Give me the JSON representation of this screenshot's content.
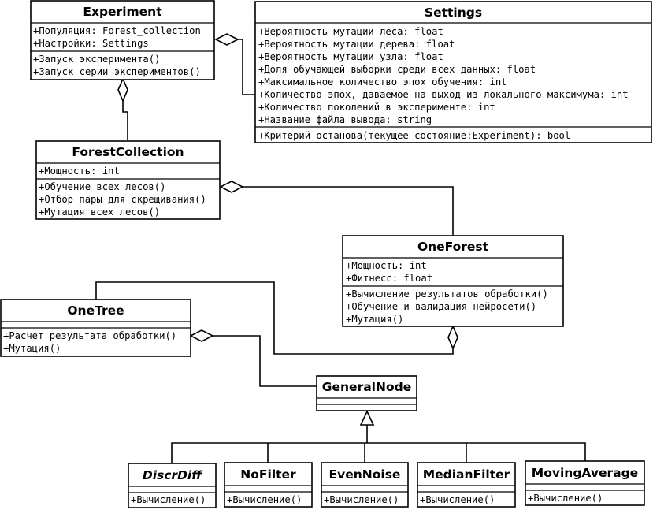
{
  "classes": {
    "experiment": {
      "name": "Experiment",
      "attributes": [
        "+Популяция: Forest_collection",
        "+Настройки: Settings"
      ],
      "methods": [
        "+Запуск эксперимента()",
        "+Запуск серии экспериментов()"
      ]
    },
    "settings": {
      "name": "Settings",
      "attributes": [
        "+Вероятность мутации леса: float",
        "+Вероятность мутации дерева: float",
        "+Вероятность мутации узла: float",
        "+Доля обучающей выборки среди всех данных: float",
        "+Максимальное количество эпох обучения: int",
        "+Количество эпох, даваемое на выход из локального максимума: int",
        "+Количество поколений в эксперименте: int",
        "+Название файла вывода: string"
      ],
      "methods": [
        "+Критерий останова(текущее состояние:Experiment): bool"
      ]
    },
    "forest_collection": {
      "name": "ForestCollection",
      "attributes": [
        "+Мощность: int"
      ],
      "methods": [
        "+Обучение всех лесов()",
        "+Отбор пары для скрещивания()",
        "+Мутация всех лесов()"
      ]
    },
    "one_forest": {
      "name": "OneForest",
      "attributes": [
        "+Мощность: int",
        "+Фитнесс: float"
      ],
      "methods": [
        "+Вычисление результатов обработки()",
        "+Обучение и валидация нейросети()",
        "+Мутация()"
      ]
    },
    "one_tree": {
      "name": "OneTree",
      "attributes": [],
      "methods": [
        "+Расчет результата обработки()",
        "+Мутация()"
      ]
    },
    "general_node": {
      "name": "GeneralNode",
      "attributes": [],
      "methods": []
    },
    "discr_diff": {
      "name": "DiscrDiff",
      "methods": [
        "+Вычисление()"
      ]
    },
    "no_filter": {
      "name": "NoFilter",
      "methods": [
        "+Вычисление()"
      ]
    },
    "even_noise": {
      "name": "EvenNoise",
      "methods": [
        "+Вычисление()"
      ]
    },
    "median_filter": {
      "name": "MedianFilter",
      "methods": [
        "+Вычисление()"
      ]
    },
    "moving_average": {
      "name": "MovingAverage",
      "methods": [
        "+Вычисление()"
      ]
    }
  }
}
